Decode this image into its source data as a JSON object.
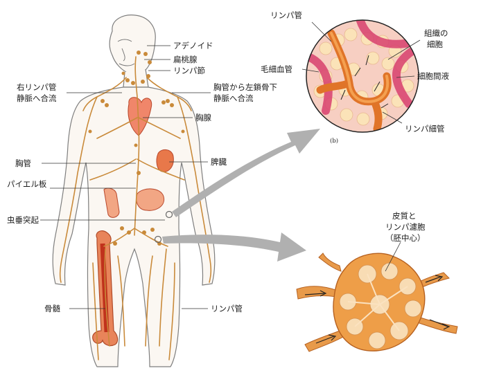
{
  "labels": {
    "adenoid": "アデノイド",
    "tonsil": "扁桃腺",
    "lymph_node": "リンパ節",
    "right_lymph_duct_1": "右リンパ管",
    "right_lymph_duct_2": "静脈へ合流",
    "thoracic_duct_left_1": "胸管から左鎖骨下",
    "thoracic_duct_left_2": "静脈へ合流",
    "thymus": "胸腺",
    "thoracic_duct": "胸管",
    "spleen": "脾臓",
    "peyer_patch": "パイエル板",
    "appendix": "虫垂突起",
    "bone_marrow": "骨髄",
    "lymph_vessel_body": "リンパ管",
    "lymph_vessel_inset": "リンパ管",
    "tissue_cell_1": "組織の",
    "tissue_cell_2": "細胞",
    "capillary": "毛細血管",
    "interstitial_fluid": "細胞間液",
    "lymph_capillary": "リンパ細管",
    "inset_b": "(b)",
    "node_1": "皮質と",
    "node_2": "リンパ濾胞",
    "node_3": "（胚中心）"
  },
  "colors": {
    "lymph_line": "#c98a3a",
    "organ": "#e8704a",
    "skin_outline": "#8a8a8a",
    "arrow_gray": "#a9a9a9",
    "bone": "#e06040",
    "node_fill": "#e89a4a"
  }
}
